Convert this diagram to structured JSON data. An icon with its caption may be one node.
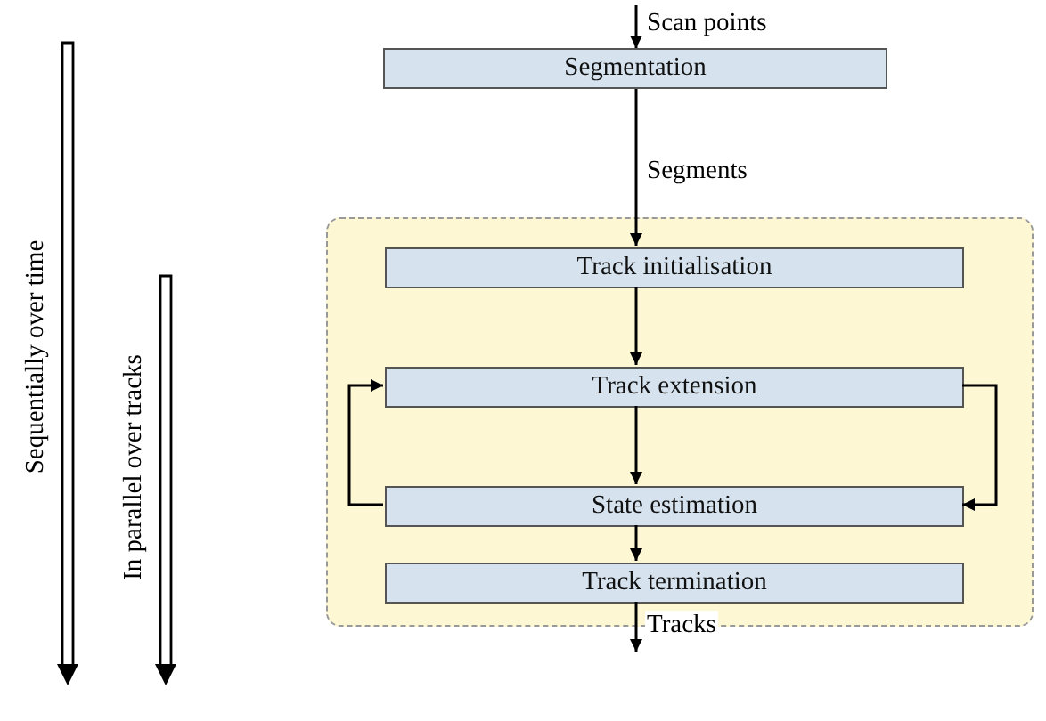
{
  "diagram": {
    "nodes": [
      {
        "text": [
          "Segmentation"
        ]
      },
      {
        "text": [],
        "shape": "box"
      },
      {
        "text": [
          "Track initialisation"
        ],
        "in": 1
      },
      {
        "text": [
          "Track extension"
        ],
        "in": 1
      },
      {
        "text": [
          "State estimation"
        ],
        "in": 1
      },
      {
        "text": [
          "Track termination"
        ],
        "in": 1
      }
    ],
    "edges": [
      {
        "from": null,
        "to": 0,
        "arrow": "to",
        "label": "Scan points"
      },
      {
        "from": 0,
        "to": 2,
        "arrow": "to",
        "label": "Segments"
      },
      {
        "from": 2,
        "to": 3,
        "arrow": "to"
      },
      {
        "from": 3,
        "to": 4,
        "arrow": "to"
      },
      {
        "from": 3,
        "to": 4,
        "arrow": "to"
      },
      {
        "from": 4,
        "to": 3,
        "arrow": "to"
      },
      {
        "from": 4,
        "to": 5,
        "arrow": "to"
      },
      {
        "from": 5,
        "to": null,
        "arrow": "to",
        "label": "Tracks"
      }
    ],
    "labels": [
      "Sequentially over time",
      "In parallel over tracks"
    ]
  }
}
